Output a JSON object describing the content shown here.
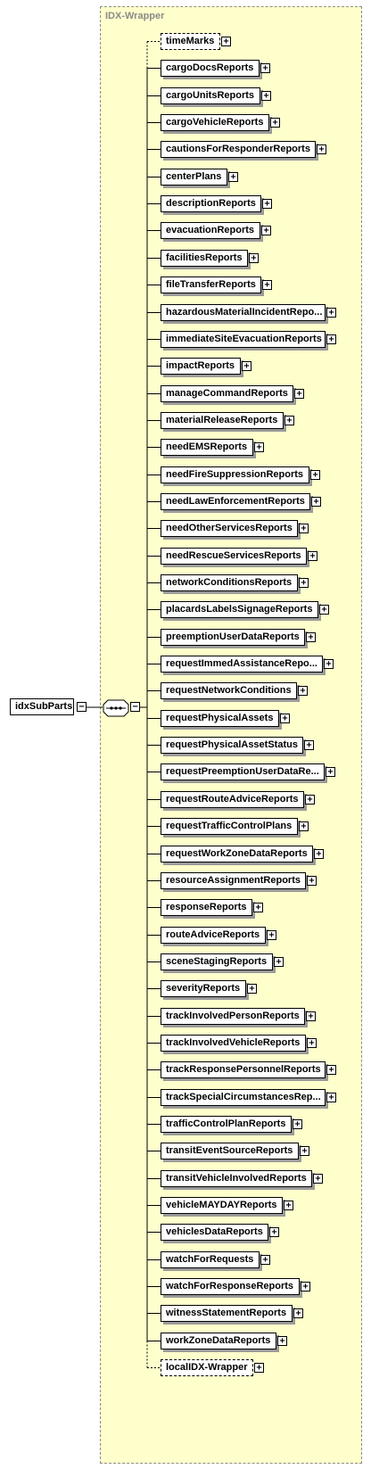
{
  "wrapper": {
    "label": "IDX-Wrapper"
  },
  "root": {
    "label": "idxSubParts",
    "collapse_symbol": "−"
  },
  "sequence": {
    "symbol": "•••",
    "collapse_symbol": "−"
  },
  "expand_symbol": "+",
  "elements": [
    {
      "label": "timeMarks",
      "optional": true
    },
    {
      "label": "cargoDocsReports"
    },
    {
      "label": "cargoUnitsReports"
    },
    {
      "label": "cargoVehicleReports"
    },
    {
      "label": "cautionsForResponderReports"
    },
    {
      "label": "centerPlans"
    },
    {
      "label": "descriptionReports"
    },
    {
      "label": "evacuationReports"
    },
    {
      "label": "facilitiesReports"
    },
    {
      "label": "fileTransferReports"
    },
    {
      "label": "hazardousMaterialIncidentRepo..."
    },
    {
      "label": "immediateSiteEvacuationReports"
    },
    {
      "label": "impactReports"
    },
    {
      "label": "manageCommandReports"
    },
    {
      "label": "materialReleaseReports"
    },
    {
      "label": "needEMSReports"
    },
    {
      "label": "needFireSuppressionReports"
    },
    {
      "label": "needLawEnforcementReports"
    },
    {
      "label": "needOtherServicesReports"
    },
    {
      "label": "needRescueServicesReports"
    },
    {
      "label": "networkConditionsReports"
    },
    {
      "label": "placardsLabelsSignageReports"
    },
    {
      "label": "preemptionUserDataReports"
    },
    {
      "label": "requestImmedAssistanceRepo..."
    },
    {
      "label": "requestNetworkConditions"
    },
    {
      "label": "requestPhysicalAssets"
    },
    {
      "label": "requestPhysicalAssetStatus"
    },
    {
      "label": "requestPreemptionUserDataRe..."
    },
    {
      "label": "requestRouteAdviceReports"
    },
    {
      "label": "requestTrafficControlPlans"
    },
    {
      "label": "requestWorkZoneDataReports"
    },
    {
      "label": "resourceAssignmentReports"
    },
    {
      "label": "responseReports"
    },
    {
      "label": "routeAdviceReports"
    },
    {
      "label": "sceneStagingReports"
    },
    {
      "label": "severityReports"
    },
    {
      "label": "trackInvolvedPersonReports"
    },
    {
      "label": "trackInvolvedVehicleReports"
    },
    {
      "label": "trackResponsePersonnelReports"
    },
    {
      "label": "trackSpecialCircumstancesRep..."
    },
    {
      "label": "trafficControlPlanReports"
    },
    {
      "label": "transitEventSourceReports"
    },
    {
      "label": "transitVehicleInvolvedReports"
    },
    {
      "label": "vehicleMAYDAYReports"
    },
    {
      "label": "vehiclesDataReports"
    },
    {
      "label": "watchForRequests"
    },
    {
      "label": "watchForResponseReports"
    },
    {
      "label": "witnessStatementReports"
    },
    {
      "label": "workZoneDataReports"
    },
    {
      "label": "localIDX-Wrapper",
      "optional": true
    }
  ]
}
